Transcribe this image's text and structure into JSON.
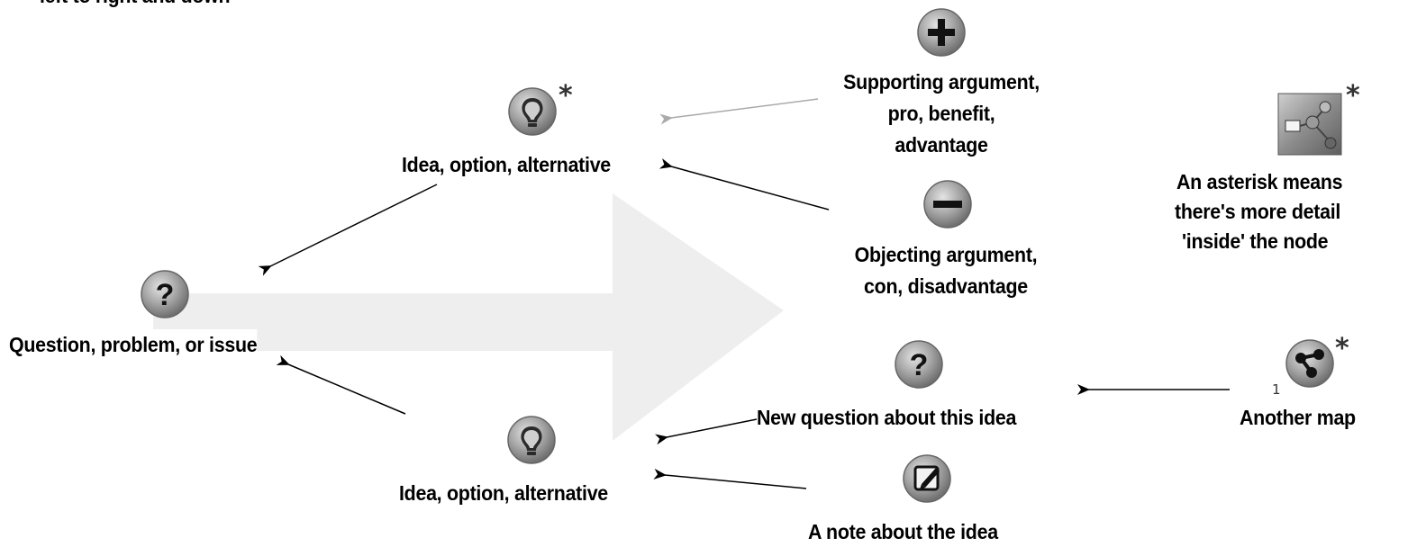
{
  "header_text": "left to right and down",
  "nodes": {
    "question": {
      "label": "Question, problem, or issue",
      "icon": "question-icon"
    },
    "idea_top": {
      "label": "Idea, option, alternative",
      "icon": "lightbulb-icon",
      "asterisk": "*"
    },
    "idea_bottom": {
      "label": "Idea, option, alternative",
      "icon": "lightbulb-icon"
    },
    "pro": {
      "lines": [
        "Supporting argument,",
        "pro, benefit,",
        "advantage"
      ],
      "icon": "plus-icon"
    },
    "con": {
      "lines": [
        "Objecting argument,",
        "con, disadvantage"
      ],
      "icon": "minus-icon"
    },
    "new_question": {
      "label": "New question about this idea",
      "icon": "question-icon"
    },
    "note": {
      "label": "A note about the idea",
      "icon": "note-pencil-icon"
    },
    "map": {
      "label": "Another map",
      "icon": "map-icon",
      "asterisk": "*",
      "count": "1"
    },
    "detail": {
      "lines": [
        "An asterisk means",
        "there's more detail",
        "'inside' the node"
      ],
      "icon": "map-thumbnail-icon",
      "asterisk": "*"
    }
  },
  "colors": {
    "background": "#ffffff",
    "arrow_background": "#eeeeee",
    "link": "#000000",
    "pro_link": "#aaaaaa",
    "icon_fill": "#9a9a9a"
  }
}
